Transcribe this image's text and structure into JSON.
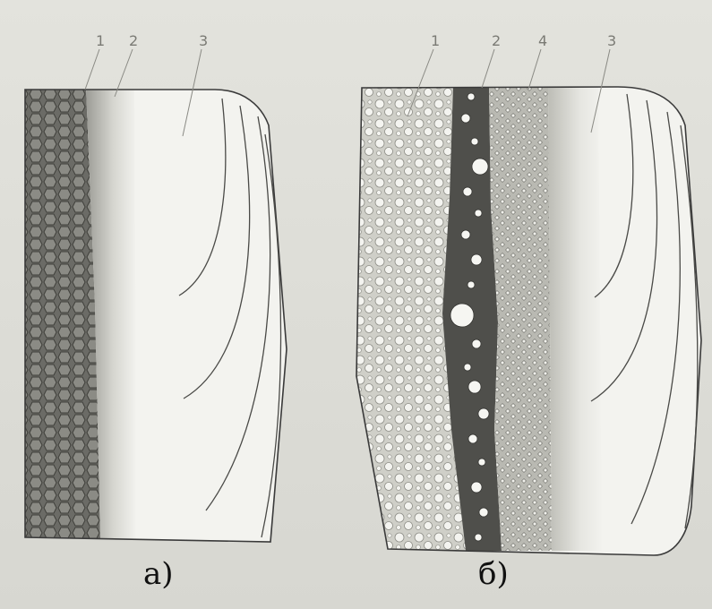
{
  "panels": [
    {
      "caption": "а)",
      "layers": [
        {
          "number": "1"
        },
        {
          "number": "2"
        },
        {
          "number": "3"
        }
      ]
    },
    {
      "caption": "б)",
      "layers": [
        {
          "number": "1"
        },
        {
          "number": "2"
        },
        {
          "number": "4"
        },
        {
          "number": "3"
        }
      ]
    }
  ],
  "colors": {
    "background": "#dcdcd6",
    "outline": "#3a3a3a",
    "dark_layer": "#6f6f6a",
    "light_layer": "#c9c9c2",
    "base": "#f2f2ee"
  }
}
